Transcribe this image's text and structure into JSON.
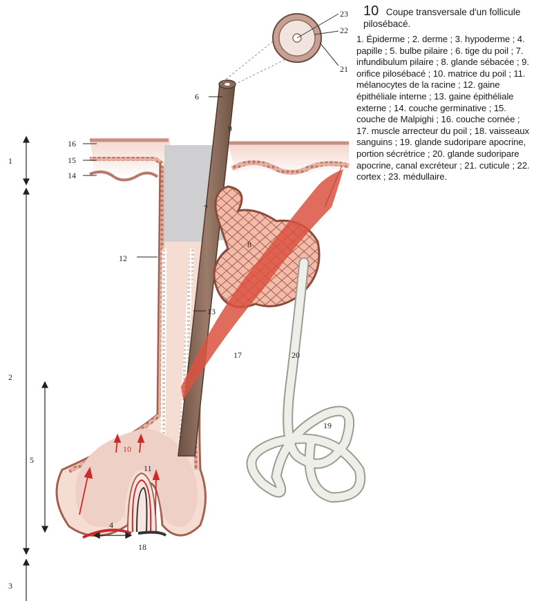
{
  "figure": {
    "number": "10",
    "title": "Coupe transversale d'un follicule pilosébacé.",
    "legend": "1. Épiderme ; 2. derme ; 3. hypoderme ; 4. papille ; 5. bulbe pilaire ; 6. tige du poil ; 7. infundibulum pilaire ; 8. glande sébacée ; 9. orifice pilosébacé ; 10. matrice du poil ; 11. mélanocytes de la racine ; 12. gaine épithéliale interne ; 13. gaine épithéliale externe ; 14. couche germinative ; 15. couche de Malpighi ; 16. couche cornée ; 17. muscle arrecteur du poil ; 18. vaisseaux sanguins ; 19. glande sudoripare apocrine, portion sécrétrice ; 20. glande sudoripare apocrine, canal excréteur ; 21. cuticule ; 22. cortex ; 23. médullaire."
  },
  "labels": {
    "n1": "1",
    "n2": "2",
    "n3": "3",
    "n4": "4",
    "n5": "5",
    "n6": "6",
    "n7": "7",
    "n8": "8",
    "n9": "9",
    "n10": "10",
    "n11": "11",
    "n12": "12",
    "n13": "13",
    "n14": "14",
    "n15": "15",
    "n16": "16",
    "n17": "17",
    "n18": "18",
    "n19": "19",
    "n20": "20",
    "n21": "21",
    "n22": "22",
    "n23": "23"
  },
  "colors": {
    "skin": "#f2c9bd",
    "epidermis_cells": "#c98f80",
    "hair_shaft": "#8a6a5a",
    "infundibulum": "#c9c9cc",
    "sebaceous": "#f0b7a5",
    "muscle": "#d9523f",
    "sweat_gland": "#efefe9",
    "vessel_red": "#cc2a2a",
    "vessel_dark": "#333333"
  }
}
